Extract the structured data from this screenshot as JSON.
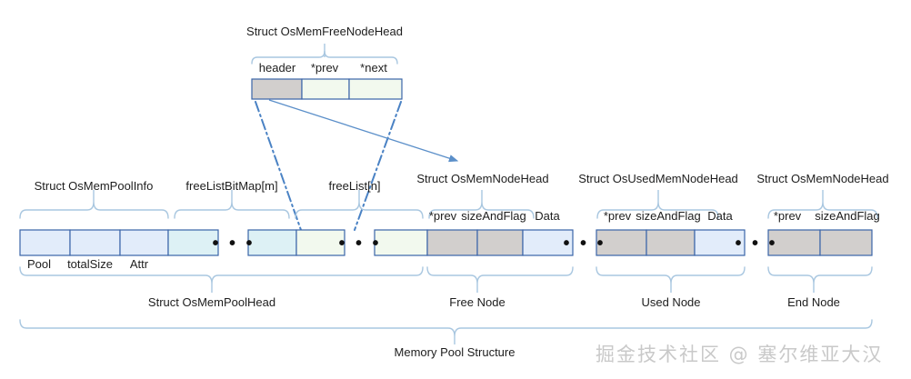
{
  "diagram": {
    "title": "Memory Pool Structure",
    "colors": {
      "box_stroke": "#3a64a8",
      "brace_stroke": "#a9c7e0",
      "arrow_stroke": "#5b8fc9",
      "dashdot_stroke": "#4a82c4",
      "fill_blue": "#e2ecfa",
      "fill_cyan": "#ddf1f5",
      "fill_pale": "#f2f9ee",
      "fill_gray": "#d2cfcd",
      "text": "#1d1d1d",
      "watermark": "#c9c9c9"
    },
    "top_struct": {
      "title": "Struct OsMemFreeNodeHead",
      "fields": [
        "header",
        "*prev",
        "*next"
      ]
    },
    "group_labels": {
      "pool_info": "Struct OsMemPoolInfo",
      "free_list_bitmap": "freeListBitMap[m]",
      "free_list": "freeList[n]",
      "free_node_head": "Struct OsMemNodeHead",
      "used_node_head": "Struct OsUsedMemNodeHead",
      "end_node_head": "Struct OsMemNodeHead"
    },
    "pool_info_fields": [
      "Pool",
      "totalSize",
      "Attr"
    ],
    "free_node_fields": [
      "*prev",
      "sizeAndFlag",
      "Data"
    ],
    "used_node_fields": [
      "*prev",
      "sizeAndFlag",
      "Data"
    ],
    "end_node_fields": [
      "*prev",
      "sizeAndFlag"
    ],
    "bottom_labels": {
      "pool_head": "Struct OsMemPoolHead",
      "free_node": "Free Node",
      "used_node": "Used Node",
      "end_node": "End Node"
    },
    "ellipses": [
      "• • •",
      "• • •",
      "• • •",
      "• • •",
      "• • •"
    ],
    "watermark": "掘金技术社区 @ 塞尔维亚大汉"
  }
}
